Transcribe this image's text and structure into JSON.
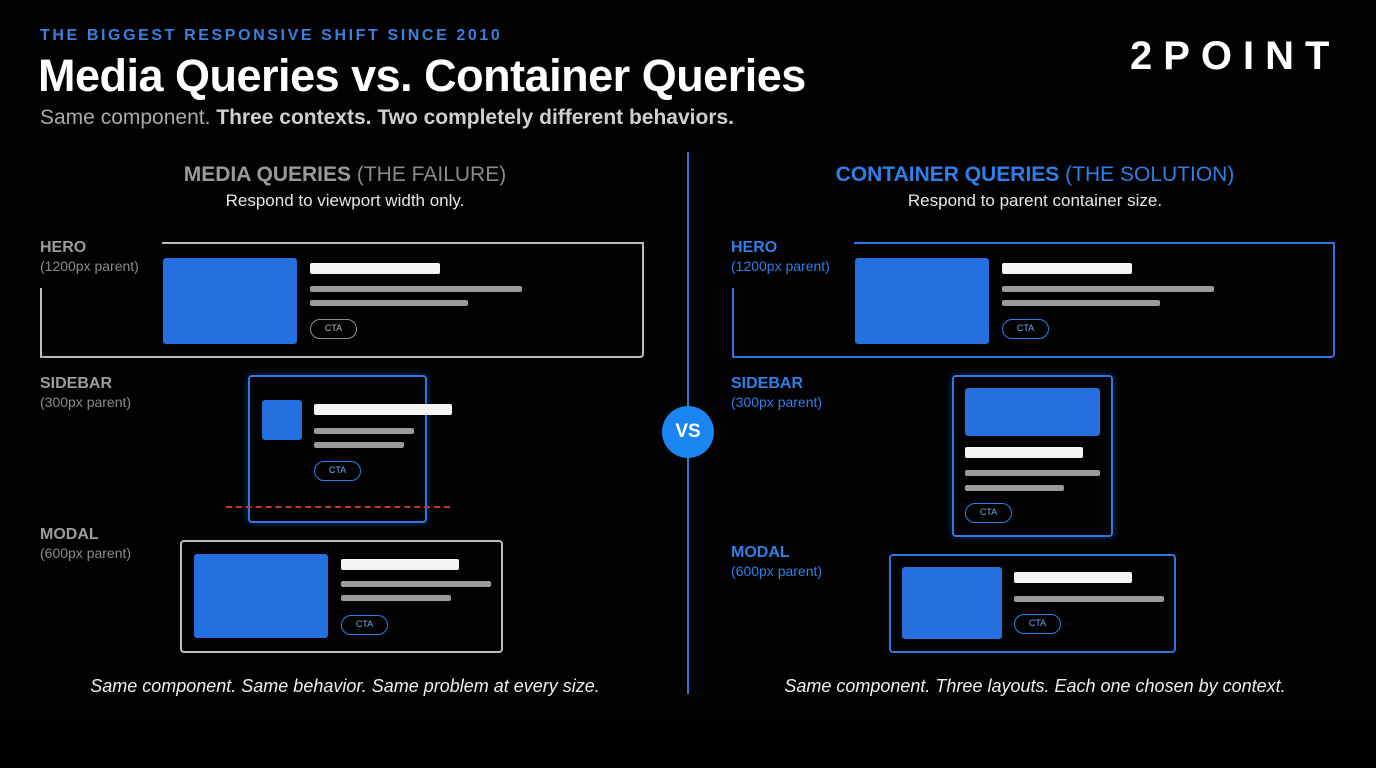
{
  "header": {
    "eyebrow": "THE BIGGEST RESPONSIVE SHIFT SINCE 2010",
    "title": "Media Queries vs. Container Queries",
    "subtitle_plain": "Same component.",
    "subtitle_bold": "Three contexts. Two completely different behaviors.",
    "logo": "2POINT"
  },
  "vs_label": "VS",
  "left": {
    "heading_strong": "MEDIA QUERIES",
    "heading_weak": "(THE FAILURE)",
    "subheading": "Respond to viewport width only.",
    "contexts": [
      {
        "name": "HERO",
        "parent": "(1200px parent)",
        "cta": "CTA"
      },
      {
        "name": "SIDEBAR",
        "parent": "(300px parent)",
        "cta": "CTA"
      },
      {
        "name": "MODAL",
        "parent": "(600px parent)",
        "cta": "CTA"
      }
    ],
    "caption": "Same component. Same behavior. Same problem at every size."
  },
  "right": {
    "heading_strong": "CONTAINER QUERIES",
    "heading_weak": "(THE SOLUTION)",
    "subheading": "Respond to parent container size.",
    "contexts": [
      {
        "name": "HERO",
        "parent": "(1200px parent)",
        "cta": "CTA"
      },
      {
        "name": "SIDEBAR",
        "parent": "(300px parent)",
        "cta": "CTA"
      },
      {
        "name": "MODAL",
        "parent": "(600px parent)",
        "cta": "CTA"
      }
    ],
    "caption": "Same component. Three layouts. Each one chosen by context."
  },
  "colors": {
    "accent_blue": "#2f7fe8",
    "vs_blue": "#1a84f0",
    "image_blue": "#2470e0",
    "overflow_red": "#c0392b",
    "background": "#020203"
  }
}
